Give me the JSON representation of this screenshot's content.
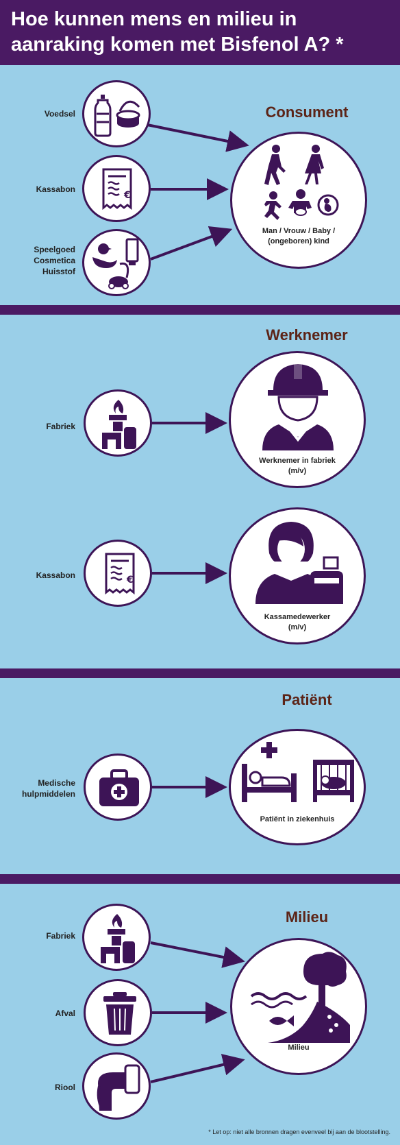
{
  "title": {
    "line1": "Hoe kunnen mens en milieu  in",
    "line2": "aanraking komen met Bisfenol A? *"
  },
  "sections": {
    "consument": {
      "title": "Consument",
      "sources": [
        "Voedsel",
        "Kassabon",
        "Speelgoed\nCosmetica\nHuisstof"
      ],
      "target_label": "Man / Vrouw / Baby /\n(ongeboren) kind"
    },
    "werknemer": {
      "title": "Werknemer",
      "source1": "Fabriek",
      "target1": "Werknemer in fabriek\n(m/v)",
      "source2": "Kassabon",
      "target2": "Kassamedewerker\n(m/v)"
    },
    "patient": {
      "title": "Patiënt",
      "source": "Medische\nhulpmiddelen",
      "target": "Patiënt in ziekenhuis"
    },
    "milieu": {
      "title": "Milieu",
      "sources": [
        "Fabriek",
        "Afval",
        "Riool"
      ],
      "target": "Milieu"
    }
  },
  "footnote": "* Let op: niet alle bronnen dragen evenveel bij aan de blootstelling.",
  "colors": {
    "purple": "#4a1a63",
    "sky": "#9acfe8",
    "title_brown": "#5c2417"
  },
  "icons": [
    "food-icon",
    "receipt-icon",
    "toys-cosmetics-icon",
    "people-icon",
    "factory-icon",
    "worker-icon",
    "cashier-icon",
    "first-aid-icon",
    "hospital-icon",
    "trash-icon",
    "sewer-icon",
    "environment-icon"
  ]
}
